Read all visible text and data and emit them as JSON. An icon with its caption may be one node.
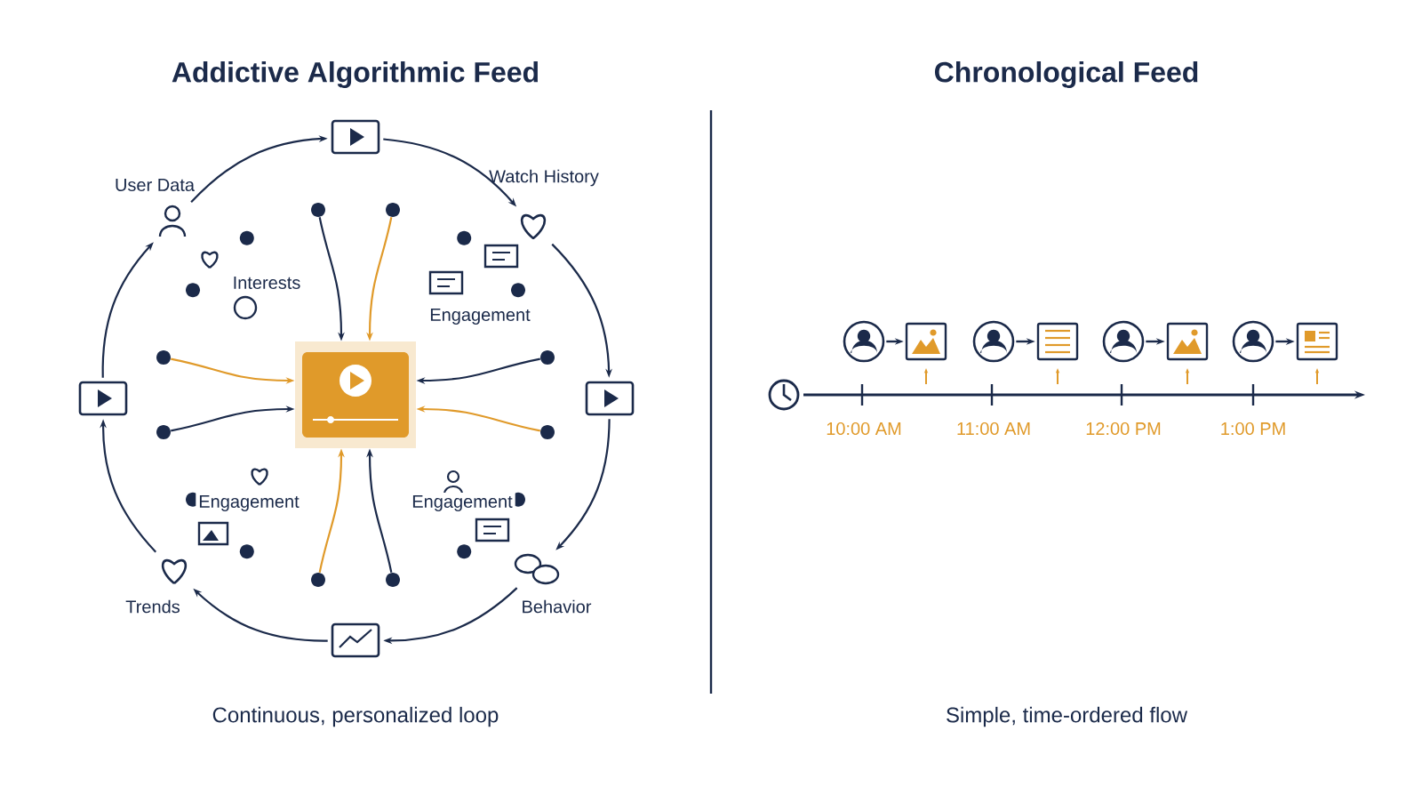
{
  "diagram": {
    "nodes": [
      {
        "text": [],
        "shape": "box"
      },
      {
        "text": [],
        "shape": "box"
      },
      {
        "text": [],
        "shape": "heart",
        "beside": [
          "Watch History"
        ]
      },
      {
        "text": [],
        "shape": "box"
      },
      {
        "text": [],
        "shape": "bubble",
        "beside": [
          "Behavior"
        ]
      },
      {
        "text": [],
        "shape": "box"
      },
      {
        "text": [],
        "shape": "heart",
        "beside": [
          "Trends"
        ]
      },
      {
        "text": [],
        "shape": "box"
      },
      {
        "text": [],
        "shape": "person",
        "beside": [
          "User Data"
        ]
      },
      {
        "text": [],
        "shape": "circle"
      },
      {
        "text": [],
        "shape": "circle"
      },
      {
        "text": [],
        "shape": "circle"
      },
      {
        "text": [],
        "shape": "circle"
      },
      {
        "text": [],
        "shape": "circle"
      },
      {
        "text": [],
        "shape": "circle"
      },
      {
        "text": [],
        "shape": "circle"
      },
      {
        "text": [],
        "shape": "circle"
      },
      {
        "text": [],
        "shape": "person"
      },
      {
        "text": [],
        "shape": "image"
      },
      {
        "text": [],
        "shape": "person"
      },
      {
        "text": [],
        "shape": "document"
      },
      {
        "text": [],
        "shape": "person"
      },
      {
        "text": [],
        "shape": "image"
      },
      {
        "text": [],
        "shape": "person"
      },
      {
        "text": [],
        "shape": "article"
      }
    ],
    "edges": [
      {
        "from": 8,
        "to": 1,
        "arrow": "to"
      },
      {
        "from": 1,
        "to": 2,
        "arrow": "to"
      },
      {
        "from": 2,
        "to": 3,
        "arrow": "to"
      },
      {
        "from": 3,
        "to": 4,
        "arrow": "to"
      },
      {
        "from": 4,
        "to": 5,
        "arrow": "to"
      },
      {
        "from": 5,
        "to": 6,
        "arrow": "to"
      },
      {
        "from": 6,
        "to": 7,
        "arrow": "to"
      },
      {
        "from": 7,
        "to": 8,
        "arrow": "to"
      },
      {
        "from": 9,
        "to": 0,
        "arrow": "to"
      },
      {
        "from": 10,
        "to": 0,
        "arrow": "to",
        "color": "#e09a2a"
      },
      {
        "from": 11,
        "to": 0,
        "arrow": "to"
      },
      {
        "from": 12,
        "to": 0,
        "arrow": "to",
        "color": "#e09a2a"
      },
      {
        "from": 13,
        "to": 0,
        "arrow": "to"
      },
      {
        "from": 14,
        "to": 0,
        "arrow": "to",
        "color": "#e09a2a"
      },
      {
        "from": 15,
        "to": 0,
        "arrow": "to"
      },
      {
        "from": 16,
        "to": 0,
        "arrow": "to",
        "color": "#e09a2a"
      },
      {
        "from": 17,
        "to": 18,
        "arrow": "to"
      },
      {
        "from": 19,
        "to": 20,
        "arrow": "to"
      },
      {
        "from": 21,
        "to": 22,
        "arrow": "to"
      },
      {
        "from": 23,
        "to": 24,
        "arrow": "to"
      }
    ],
    "labels": [
      "Addictive Algorithmic Feed",
      "Chronological Feed",
      "Interests",
      "Engagement",
      "Engagement",
      "Engagement",
      "10:00 AM",
      "11:00 AM",
      "12:00 PM",
      "1:00 PM",
      "Continuous, personalized loop",
      "Simple, time-ordered flow"
    ]
  }
}
